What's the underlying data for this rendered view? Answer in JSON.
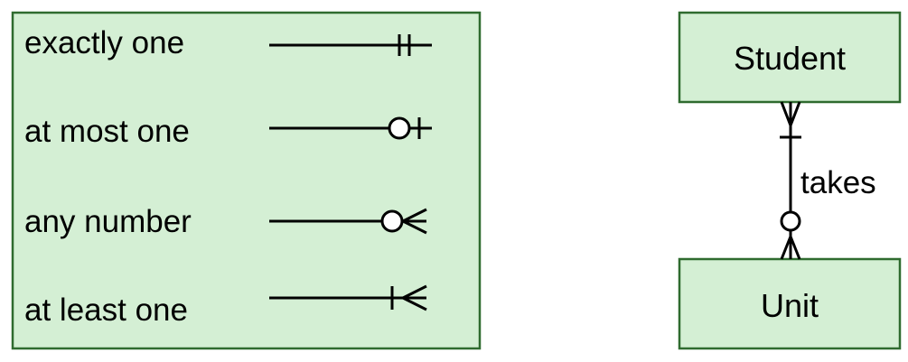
{
  "colors": {
    "box_fill": "#d4efd4",
    "box_stroke": "#2f6b2f",
    "line": "#000000"
  },
  "legend": {
    "items": [
      {
        "label": "exactly one",
        "symbol": "exactly-one"
      },
      {
        "label": "at most one",
        "symbol": "zero-or-one"
      },
      {
        "label": "any number",
        "symbol": "zero-or-many"
      },
      {
        "label": "at least one",
        "symbol": "one-or-many"
      }
    ]
  },
  "er": {
    "entity_top": "Student",
    "entity_bottom": "Unit",
    "relationship": "takes",
    "top_end_symbol": "one-or-many",
    "bottom_end_symbol": "zero-or-many"
  }
}
